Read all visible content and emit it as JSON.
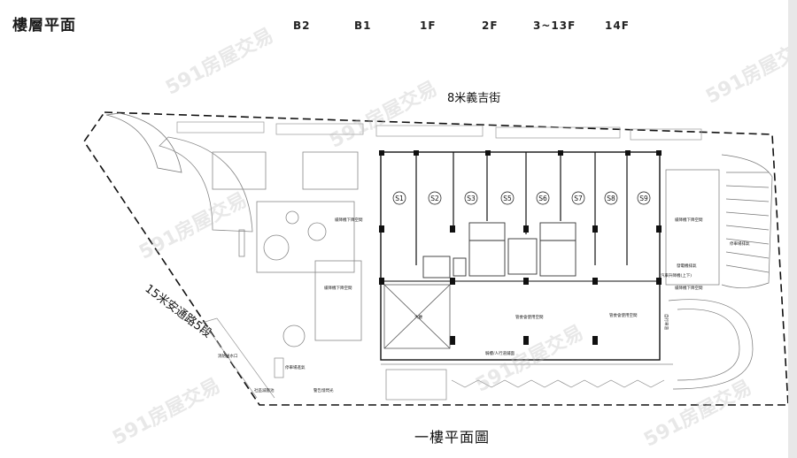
{
  "page": {
    "title": "樓層平面",
    "caption": "一樓平面圖"
  },
  "tabs": [
    {
      "label": "B2"
    },
    {
      "label": "B1"
    },
    {
      "label": "1F"
    },
    {
      "label": "2F"
    },
    {
      "label": "3~13F"
    },
    {
      "label": "14F"
    }
  ],
  "roads": {
    "north": "8米義吉街",
    "southwest": "15米安通路5段"
  },
  "shops": [
    "S1",
    "S2",
    "S3",
    "S5",
    "S6",
    "S7",
    "S8",
    "S9"
  ],
  "labels": {
    "ramp_left": "緩降機下降空間",
    "ramp_right": "緩降機下降空間",
    "ramp_mid": "緩降機下降空間",
    "parking_exhaust": "停車場排氣",
    "generator_exhaust": "發電機排氣",
    "car_lift": "汽車升降機(上下)",
    "ramp_small": "緩降機下降空間",
    "parking_intake": "停車場進氣",
    "community": "社區減壓池",
    "alarm": "警告燈閃光",
    "fire": "消防送水口",
    "lobby": "大廳",
    "mgmt": "管委會使用空間",
    "mgmt2": "管委會使用空間",
    "corridor": "騎樓/人行道鋪面",
    "bike": "自行車道"
  },
  "watermark": "591房屋交易"
}
